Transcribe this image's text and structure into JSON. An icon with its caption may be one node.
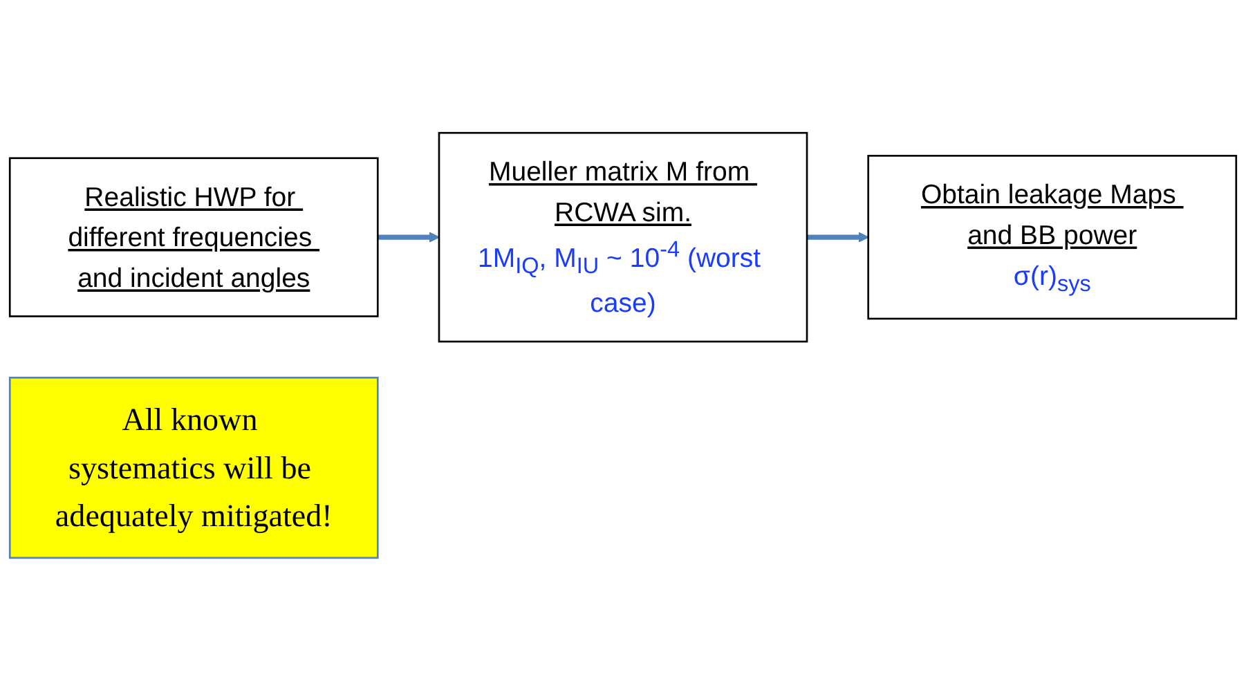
{
  "diagram": {
    "nodes": [
      {
        "text": [
          "Realistic HWP for different frequencies and incident angles"
        ]
      },
      {
        "text": [
          "Mueller matrix M from RCWA sim.",
          "1M$_{IQ}$, M$_{IU}$ ~ 10$^{-4}$ (worst case)"
        ]
      },
      {
        "text": [
          "Obtain leakage Maps and BB power",
          "σ(r)$_{sys}$"
        ]
      },
      {
        "text": [
          "All known systematics will be adequately mitigated!"
        ]
      }
    ],
    "edges": [
      {
        "from": 0,
        "to": 1,
        "arrow": "to"
      },
      {
        "from": 1,
        "to": 2,
        "arrow": "to"
      }
    ]
  }
}
